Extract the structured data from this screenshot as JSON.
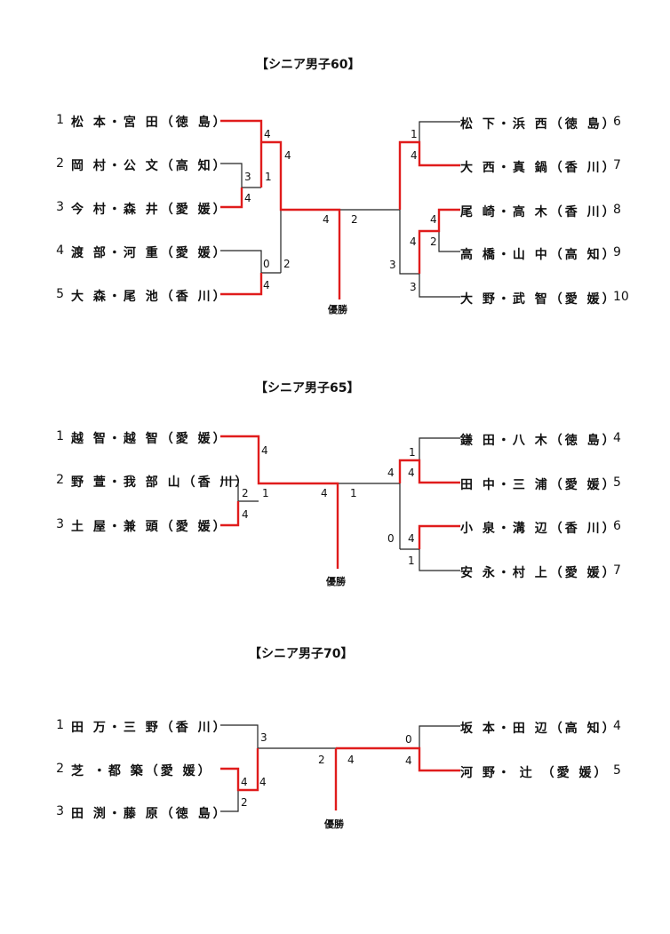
{
  "brackets": [
    {
      "title": "【シニア男子60】",
      "left": [
        {
          "seed": "1",
          "name": "松 本・宮 田（徳 島）"
        },
        {
          "seed": "2",
          "name": "岡 村・公 文（高 知）"
        },
        {
          "seed": "3",
          "name": "今 村・森 井（愛 媛）"
        },
        {
          "seed": "4",
          "name": "渡 部・河 重（愛 媛）"
        },
        {
          "seed": "5",
          "name": "大 森・尾 池（香 川）"
        }
      ],
      "right": [
        {
          "seed": "6",
          "name": "松 下・浜 西（徳 島）"
        },
        {
          "seed": "7",
          "name": "大 西・真 鍋（香 川）"
        },
        {
          "seed": "8",
          "name": "尾 崎・高 木（香 川）"
        },
        {
          "seed": "9",
          "name": "高 橋・山 中（高 知）"
        },
        {
          "seed": "10",
          "name": "大 野・武 智（愛 媛）"
        }
      ],
      "scores": [
        "4",
        "4",
        "3",
        "1",
        "4",
        "0",
        "4",
        "2",
        "4",
        "2",
        "1",
        "4",
        "4",
        "4",
        "2",
        "4",
        "3",
        "3"
      ],
      "winner": "優勝"
    },
    {
      "title": "【シニア男子65】",
      "left": [
        {
          "seed": "1",
          "name": "越 智・越 智（愛 媛）"
        },
        {
          "seed": "2",
          "name": "野 萱・我 部 山（香 川）"
        },
        {
          "seed": "3",
          "name": "土 屋・兼 頭（愛 媛）"
        }
      ],
      "right": [
        {
          "seed": "4",
          "name": "鎌 田・八 木（徳 島）"
        },
        {
          "seed": "5",
          "name": "田 中・三 浦（愛 媛）"
        },
        {
          "seed": "6",
          "name": "小 泉・溝 辺（香 川）"
        },
        {
          "seed": "7",
          "name": "安 永・村 上（愛 媛）"
        }
      ],
      "scores": [
        "4",
        "2",
        "4",
        "1",
        "4",
        "1",
        "1",
        "4",
        "4",
        "0",
        "4",
        "1"
      ],
      "winner": "優勝"
    },
    {
      "title": "【シニア男子70】",
      "left": [
        {
          "seed": "1",
          "name": "田 万・三 野（香 川）"
        },
        {
          "seed": "2",
          "name": "芝 ・都 築（愛 媛）"
        },
        {
          "seed": "3",
          "name": "田 渕・藤 原（徳 島）"
        }
      ],
      "right": [
        {
          "seed": "4",
          "name": "坂 本・田 辺（高 知）"
        },
        {
          "seed": "5",
          "name": "河 野・ 辻 （愛 媛）"
        }
      ],
      "scores": [
        "3",
        "4",
        "2",
        "4",
        "2",
        "4",
        "0",
        "4"
      ],
      "winner": "優勝"
    }
  ]
}
